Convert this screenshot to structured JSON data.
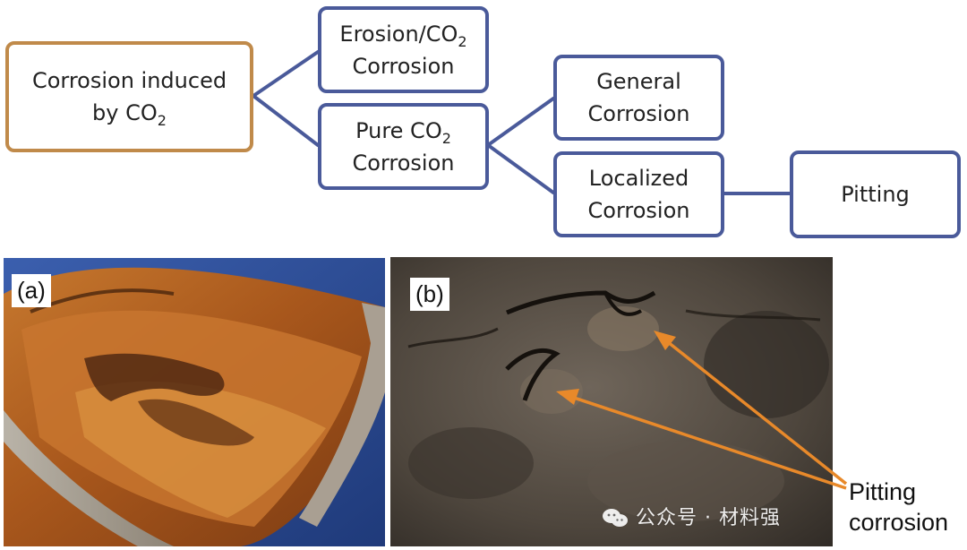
{
  "diagram": {
    "root": {
      "line1": "Corrosion induced",
      "line2": "by CO",
      "sub": "2"
    },
    "erosion": {
      "line1": "Erosion/CO",
      "sub": "2",
      "line2": "Corrosion"
    },
    "pure": {
      "line1": "Pure CO",
      "sub": "2",
      "line2": "Corrosion"
    },
    "general": {
      "line1": "General",
      "line2": "Corrosion"
    },
    "localized": {
      "line1": "Localized",
      "line2": "Corrosion"
    },
    "pitting": {
      "label": "Pitting"
    }
  },
  "photos": {
    "a": {
      "label": "(a)"
    },
    "b": {
      "label": "(b)"
    }
  },
  "callout": {
    "line1": "Pitting",
    "line2": "corrosion"
  },
  "watermark": {
    "text": "公众号 · 材料强"
  },
  "colors": {
    "box_border": "#4a5a9a",
    "root_border": "#c08a4a",
    "arrow": "#e8892a"
  }
}
